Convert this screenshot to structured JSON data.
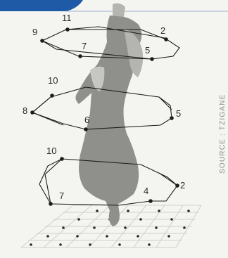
{
  "figure": {
    "source_credit": "SOURCE : TZIGANE",
    "rings": [
      {
        "name": "ring-top",
        "markers": [
          {
            "id": "11",
            "label": "11"
          },
          {
            "id": "9",
            "label": "9"
          },
          {
            "id": "7",
            "label": "7"
          },
          {
            "id": "2",
            "label": "2"
          },
          {
            "id": "5",
            "label": "5"
          }
        ]
      },
      {
        "name": "ring-middle",
        "markers": [
          {
            "id": "10",
            "label": "10"
          },
          {
            "id": "8",
            "label": "8"
          },
          {
            "id": "6",
            "label": "6"
          },
          {
            "id": "5",
            "label": "5"
          }
        ]
      },
      {
        "name": "ring-bottom",
        "markers": [
          {
            "id": "10",
            "label": "10"
          },
          {
            "id": "7",
            "label": "7"
          },
          {
            "id": "4",
            "label": "4"
          },
          {
            "id": "2",
            "label": "2"
          }
        ]
      }
    ],
    "colors": {
      "background": "#f4f4f1",
      "figure_gray": "#8f908c",
      "figure_light": "#b4b5b1",
      "line": "#1c1c1c",
      "grid": "#cfcfcc",
      "accent_band": "#1f5aa6"
    }
  }
}
